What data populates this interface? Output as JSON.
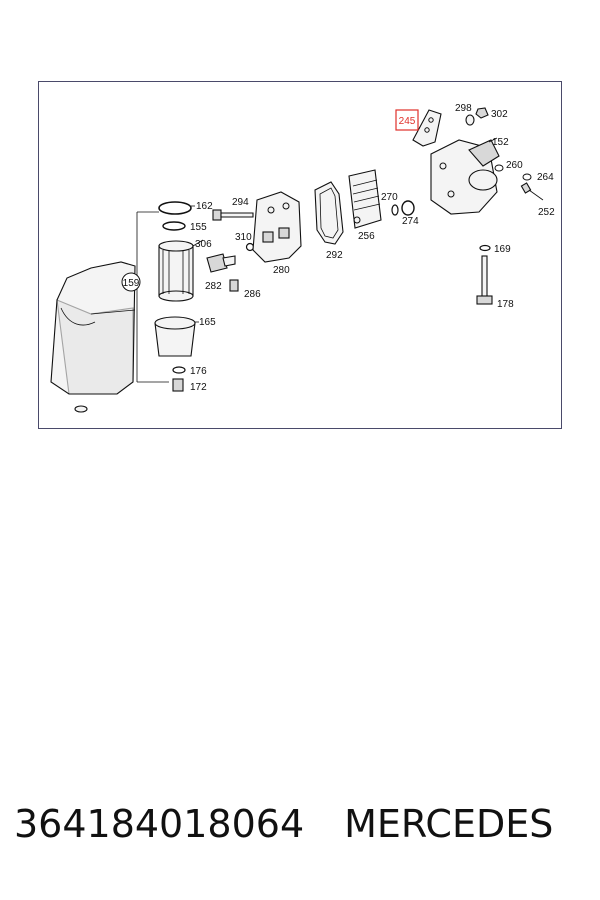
{
  "diagram": {
    "callouts": {
      "c159": "159",
      "c162": "162",
      "c155": "155",
      "c306": "306",
      "c165": "165",
      "c176": "176",
      "c172": "172",
      "c294": "294",
      "c310": "310",
      "c282": "282",
      "c286": "286",
      "c280": "280",
      "c292": "292",
      "c256": "256",
      "c270": "270",
      "c274": "274",
      "c245": "245",
      "c298": "298",
      "c302": "302",
      "c152": "152",
      "c260": "260",
      "c264": "264",
      "c252": "252",
      "c169": "169",
      "c178": "178"
    },
    "highlighted_callout": "245",
    "highlight_color": "#e0302a",
    "frame_color": "#4a4a6a"
  },
  "caption": {
    "part_number": "364184018064",
    "brand": "MERCEDES"
  }
}
